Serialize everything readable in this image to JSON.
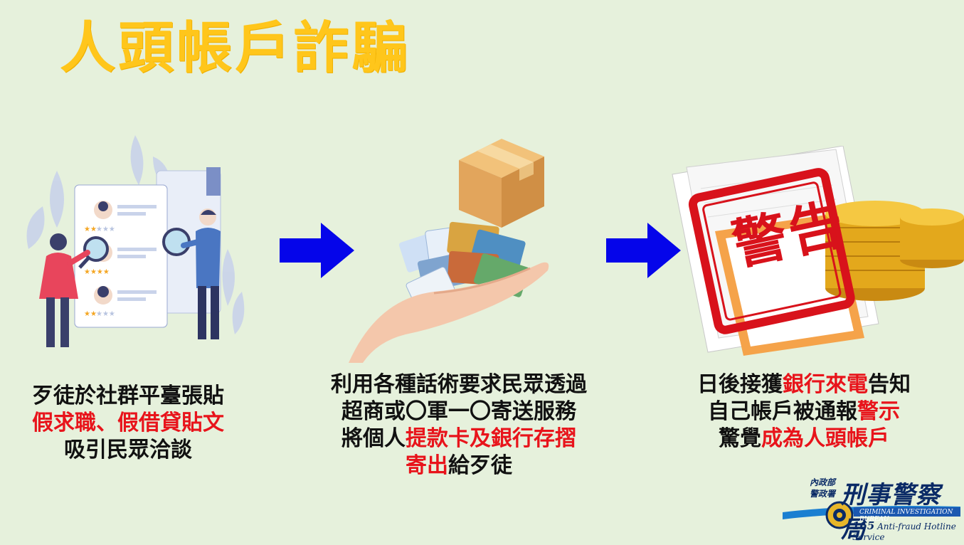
{
  "title": "人頭帳戶詐騙",
  "colors": {
    "title": "#ffc61b",
    "highlight": "#e8141b",
    "arrow": "#0505ea",
    "background": "#e6f1dc"
  },
  "steps": [
    {
      "lines": [
        {
          "parts": [
            {
              "text": "歹徒於社群平臺張貼",
              "red": false
            }
          ]
        },
        {
          "parts": [
            {
              "text": "假求職、假借貸貼文",
              "red": true
            }
          ]
        },
        {
          "parts": [
            {
              "text": "吸引民眾洽談",
              "red": false
            }
          ]
        }
      ]
    },
    {
      "lines": [
        {
          "parts": [
            {
              "text": "利用各種話術要求民眾透過",
              "red": false
            }
          ]
        },
        {
          "parts": [
            {
              "text": "超商或〇軍一〇寄送服務",
              "red": false
            }
          ]
        },
        {
          "parts": [
            {
              "text": "將個人",
              "red": false
            },
            {
              "text": "提款卡及銀行存摺",
              "red": true
            }
          ]
        },
        {
          "parts": [
            {
              "text": "寄出",
              "red": true
            },
            {
              "text": "給歹徒",
              "red": false
            }
          ]
        }
      ]
    },
    {
      "lines": [
        {
          "parts": [
            {
              "text": "日後接獲",
              "red": false
            },
            {
              "text": "銀行來電",
              "red": true
            },
            {
              "text": "告知",
              "red": false
            }
          ]
        },
        {
          "parts": [
            {
              "text": "自己帳戶被通報",
              "red": false
            },
            {
              "text": "警示",
              "red": true
            }
          ]
        },
        {
          "parts": [
            {
              "text": "驚覺",
              "red": false
            },
            {
              "text": "成為人頭帳戶",
              "red": true
            }
          ]
        }
      ]
    }
  ],
  "stamp_text": "警告",
  "logo": {
    "unit_line1": "內政部",
    "unit_line2": "警政署",
    "bureau": "刑事警察局",
    "english": "CRIMINAL INVESTIGATION BUREAU",
    "hotline_number": "165",
    "hotline_text": "Anti-fraud Hotline Service"
  },
  "icons": [
    "job-posting-illustration",
    "right-arrow-icon",
    "hand-with-cards-illustration",
    "right-arrow-icon",
    "warning-stamp-illustration",
    "police-badge-icon"
  ]
}
